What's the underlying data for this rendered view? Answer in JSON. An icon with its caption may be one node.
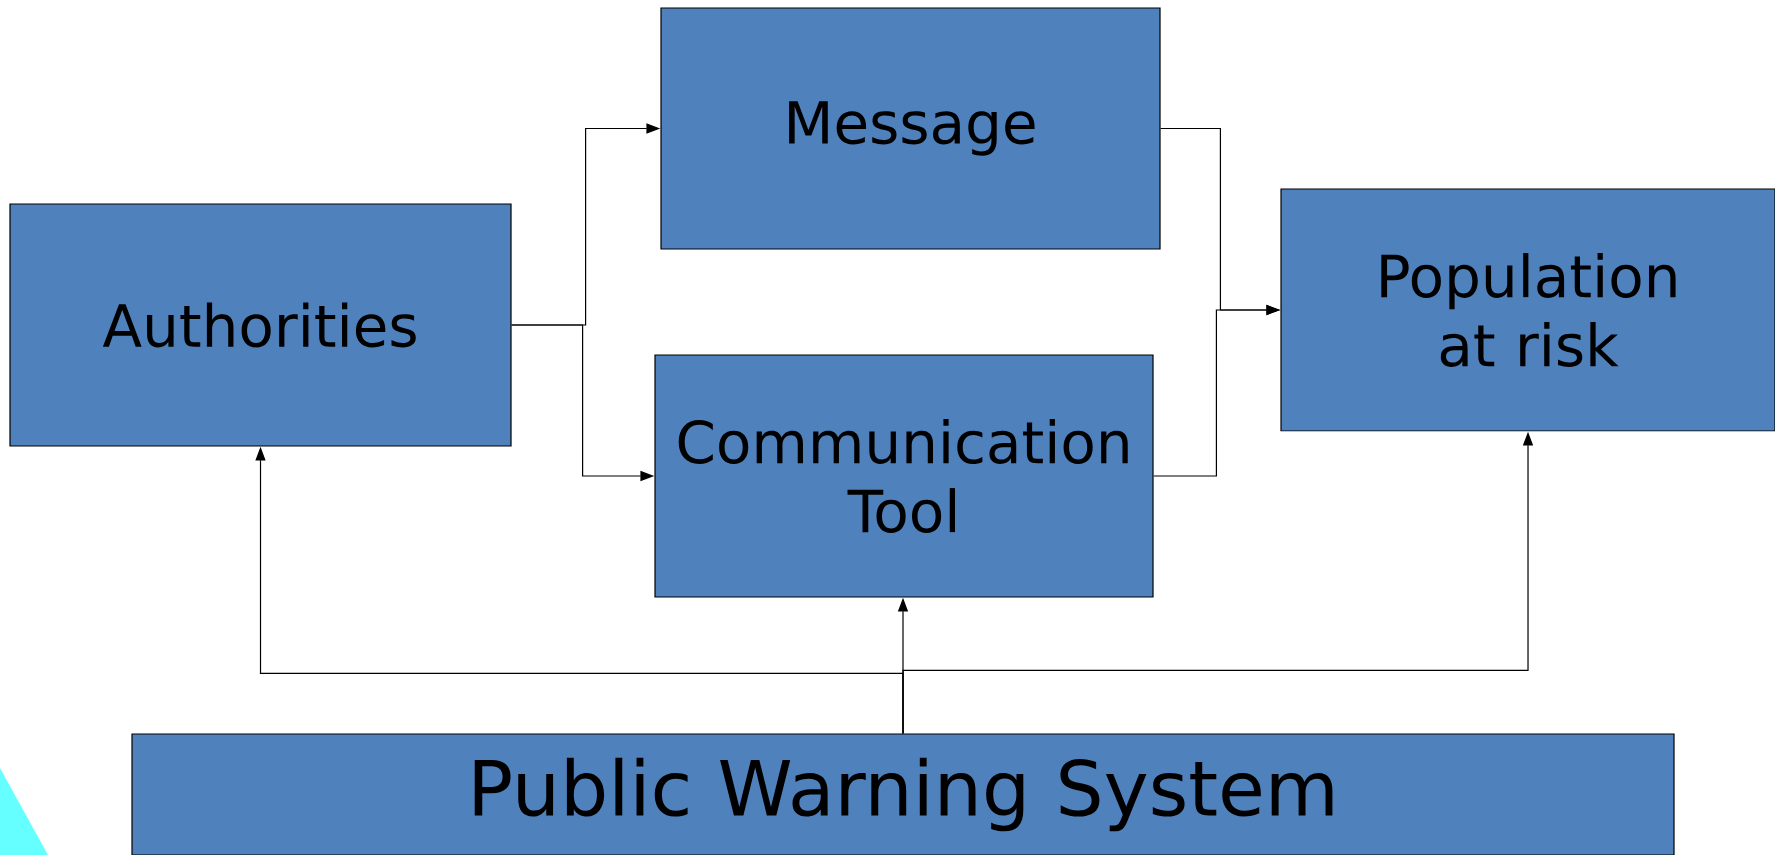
{
  "diagram": {
    "nodes": [
      {
        "text": [
          "Authorities"
        ]
      },
      {
        "text": [
          "Message"
        ]
      },
      {
        "text": [
          "Communication Tool"
        ]
      },
      {
        "text": [
          "Population at risk"
        ]
      },
      {
        "text": [
          "Public Warning System"
        ]
      }
    ],
    "edges": [
      {
        "from": 0,
        "to": 1,
        "arrow": "to"
      },
      {
        "from": 0,
        "to": 2,
        "arrow": "to"
      },
      {
        "from": 1,
        "to": 3,
        "arrow": "to"
      },
      {
        "from": 2,
        "to": 3,
        "arrow": "to"
      },
      {
        "from": 4,
        "to": 0,
        "arrow": "to"
      },
      {
        "from": 4,
        "to": 2,
        "arrow": "to"
      },
      {
        "from": 4,
        "to": 3,
        "arrow": "to"
      }
    ]
  }
}
